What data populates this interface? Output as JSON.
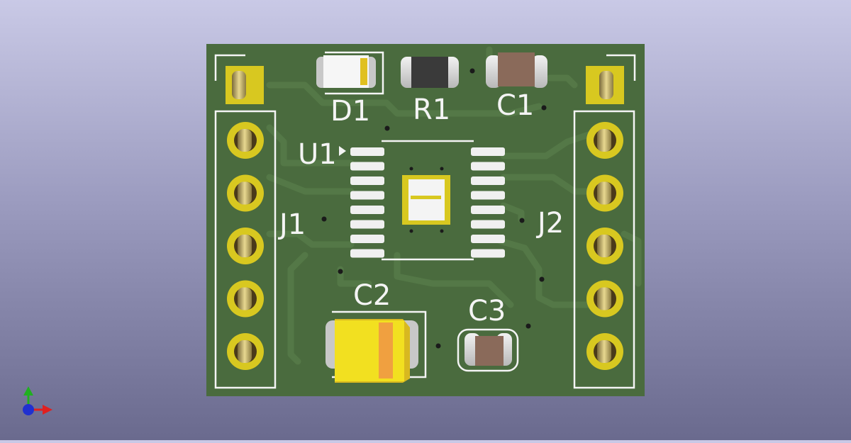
{
  "viewer": {
    "background_top": "#c9c9e6",
    "background_bottom": "#6a6a8e",
    "axis_colors": {
      "x": "#e02020",
      "y": "#20b020",
      "z": "#2030d0"
    }
  },
  "board": {
    "soldermask": "#4a6b3e",
    "silkscreen": "#f4f4f4",
    "copper_pad": "#d8c820",
    "labels": {
      "d1": "D1",
      "r1": "R1",
      "c1": "C1",
      "u1": "U1",
      "j1": "J1",
      "j2": "J2",
      "c2": "C2",
      "c3": "C3"
    },
    "components": {
      "j1": {
        "type": "pin-header",
        "pins": 6
      },
      "j2": {
        "type": "pin-header",
        "pins": 6
      },
      "u1": {
        "type": "ic-ssop-with-thermal-pad",
        "pins_per_side": 8
      },
      "d1": {
        "type": "smd-diode"
      },
      "r1": {
        "type": "smd-resistor"
      },
      "c1": {
        "type": "smd-capacitor"
      },
      "c2": {
        "type": "tantalum-capacitor"
      },
      "c3": {
        "type": "smd-capacitor"
      }
    }
  }
}
